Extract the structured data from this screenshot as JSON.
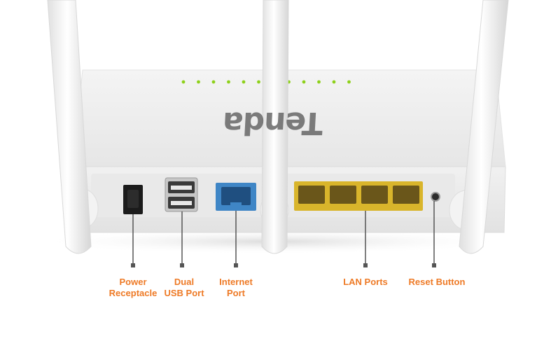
{
  "brand": {
    "logo_text": "Tenda"
  },
  "ports": [
    {
      "id": "power",
      "label": "Power\nReceptacle"
    },
    {
      "id": "usb",
      "label": "Dual\nUSB Port"
    },
    {
      "id": "internet",
      "label": "Internet\nPort"
    },
    {
      "id": "lan",
      "label": "LAN Ports"
    },
    {
      "id": "reset",
      "label": "Reset Button"
    }
  ],
  "colors": {
    "label_accent": "#ee7a26",
    "led": "#8ed11b",
    "wan_port": "#3f86c6",
    "lan_port": "#d9b52b"
  },
  "icons": {
    "led": "status-led-icon",
    "usb": "usb-port-icon",
    "ethernet": "ethernet-port-icon"
  }
}
